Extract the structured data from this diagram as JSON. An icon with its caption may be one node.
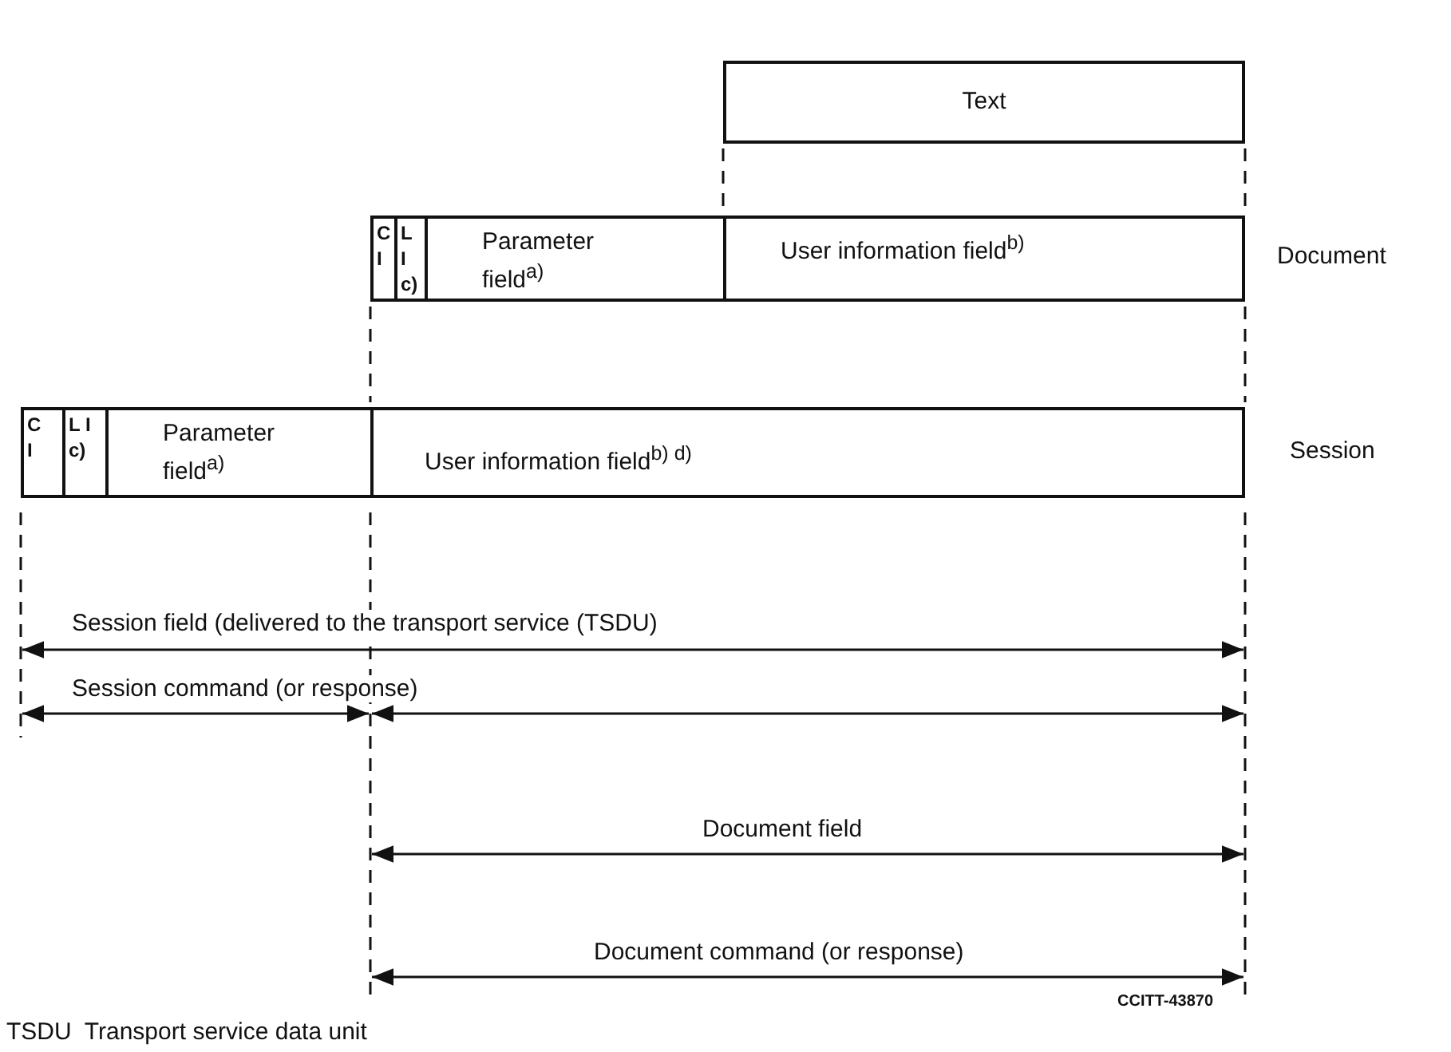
{
  "diagram": {
    "nodes": [
      {
        "text": [
          "Text"
        ]
      },
      {
        "text": [
          "C I"
        ]
      },
      {
        "text": [
          "L I c)"
        ]
      },
      {
        "text": [
          "Parameter field$^{a)}$"
        ]
      },
      {
        "text": [
          "User information field$^{b)}$"
        ]
      },
      {
        "text": [
          "C I"
        ]
      },
      {
        "text": [
          "L I c)"
        ]
      },
      {
        "text": [
          "Parameter field$^{a)}$"
        ]
      },
      {
        "text": [
          "User information field$^{b) d)}$"
        ]
      }
    ],
    "edges": [],
    "labels": [
      "Document",
      "Session",
      "Session field (delivered to the transport service (TSDU)",
      "Session command (or response)",
      "Document field",
      "Document command (or response)",
      "TSDU  Transport service data unit",
      "CCITT-43870"
    ]
  }
}
